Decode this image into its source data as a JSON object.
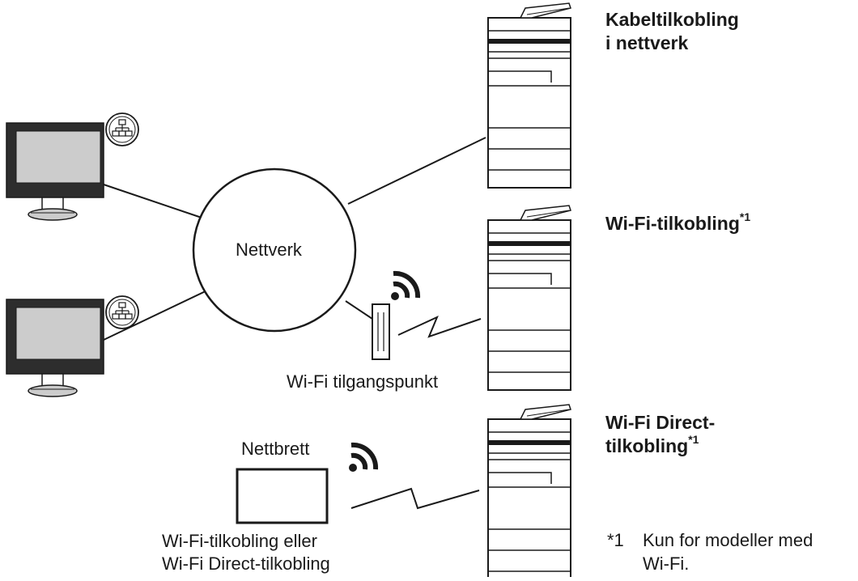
{
  "network": {
    "label": "Nettverk"
  },
  "access_point": {
    "label": "Wi-Fi tilgangspunkt"
  },
  "tablet": {
    "label": "Nettbrett",
    "caption_line1": "Wi-Fi-tilkobling eller",
    "caption_line2": "Wi-Fi Direct-tilkobling"
  },
  "printers": [
    {
      "title_line1": "Kabeltilkobling",
      "title_line2": "i nettverk",
      "sup": ""
    },
    {
      "title_line1": "Wi-Fi-tilkobling",
      "title_line2": "",
      "sup": "*1"
    },
    {
      "title_line1": "Wi-Fi Direct-",
      "title_line2": "tilkobling",
      "sup": "*1"
    }
  ],
  "footnote": {
    "marker": "*1",
    "line1": "Kun for modeller med",
    "line2": "Wi-Fi."
  },
  "icons": {
    "computers": [
      "monitor-icon",
      "monitor-icon"
    ],
    "lan_badges": [
      "network-badge-icon",
      "network-badge-icon"
    ],
    "wifi": [
      "wifi-signal-icon",
      "wifi-signal-icon"
    ]
  },
  "colors": {
    "line": "#1a1a1a",
    "screen": "#cccccc",
    "bezel": "#2d2d2d",
    "text": "#1a1a1a"
  }
}
